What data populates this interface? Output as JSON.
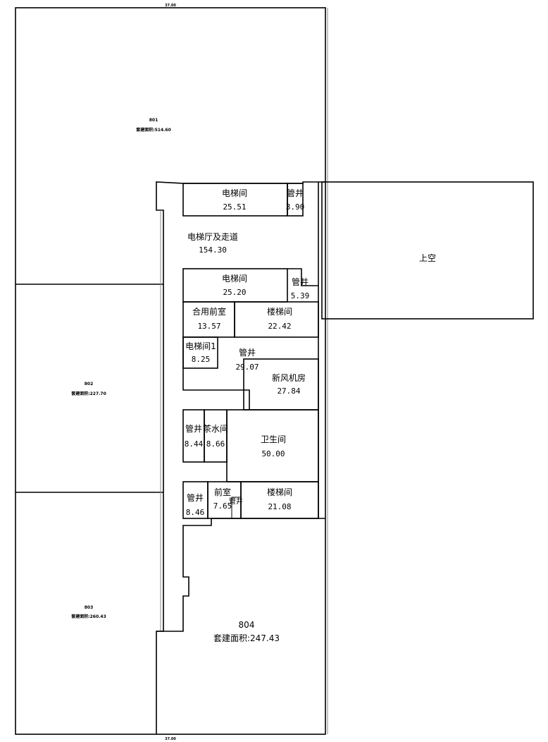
{
  "units": [
    {
      "id": "801",
      "area_label": "套建面积:514.60"
    },
    {
      "id": "802",
      "area_label": "套建面积:227.70"
    },
    {
      "id": "803",
      "area_label": "套建面积:260.43"
    },
    {
      "id": "804",
      "area_label": "套建面积:247.43"
    }
  ],
  "rooms": {
    "elevator_1": {
      "name": "电梯间",
      "area": "25.51"
    },
    "shaft_1": {
      "name": "管井",
      "area": "3.90"
    },
    "lobby": {
      "name": "电梯厅及走道",
      "area": "154.30"
    },
    "elevator_2": {
      "name": "电梯间",
      "area": "25.20"
    },
    "shaft_2": {
      "name": "管井",
      "area": "5.39"
    },
    "shared_anteroom": {
      "name": "合用前室",
      "area": "13.57"
    },
    "stair_1": {
      "name": "楼梯间",
      "area": "22.42"
    },
    "elevator_3": {
      "name": "电梯间1",
      "area": "8.25"
    },
    "shaft_3": {
      "name": "管井",
      "area": "29.07"
    },
    "fresh_air": {
      "name": "新风机房",
      "area": "27.84"
    },
    "shaft_4": {
      "name": "管井",
      "area": "8.44"
    },
    "tea_room": {
      "name": "茶水间",
      "area": "8.66"
    },
    "toilet": {
      "name": "卫生间",
      "area": "50.00"
    },
    "shaft_5": {
      "name": "管井",
      "area": "8.46"
    },
    "anteroom": {
      "name": "前室",
      "area": "7.65"
    },
    "shaft_6": {
      "name": "管井"
    },
    "stair_2": {
      "name": "楼梯间",
      "area": "21.08"
    },
    "void": {
      "name": "上空"
    }
  },
  "dimensions": {
    "top": "37.00",
    "bottom": "37.00"
  }
}
